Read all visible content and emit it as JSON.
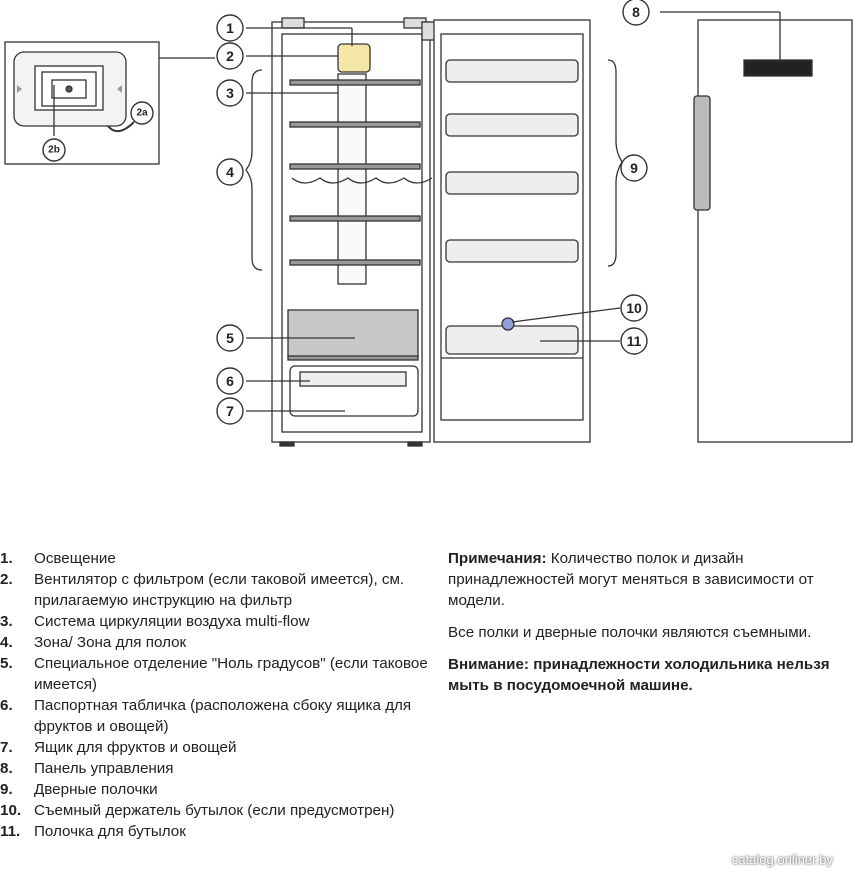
{
  "callouts": [
    "1",
    "2",
    "2a",
    "2b",
    "3",
    "4",
    "5",
    "6",
    "7",
    "8",
    "9",
    "10",
    "11"
  ],
  "legend": [
    {
      "num": "1.",
      "text": "Освещение"
    },
    {
      "num": "2.",
      "text": "Вентилятор с фильтром (если таковой имеется), см. прилагаемую инструкцию на фильтр"
    },
    {
      "num": "3.",
      "text": "Система циркуляции воздуха multi-flow"
    },
    {
      "num": "4.",
      "text": "Зона/ Зона для полок"
    },
    {
      "num": "5.",
      "text": "Специальное отделение \"Ноль градусов\" (если таковое имеется)"
    },
    {
      "num": "6.",
      "text": "Паспортная табличка (расположена сбоку ящика для фруктов и овощей)"
    },
    {
      "num": "7.",
      "text": "Ящик для фруктов и овощей"
    },
    {
      "num": "8.",
      "text": "Панель управления"
    },
    {
      "num": "9.",
      "text": "Дверные полочки"
    },
    {
      "num": "10.",
      "text": "Съемный держатель бутылок (если предусмотрен)"
    },
    {
      "num": "11.",
      "text": "Полочка для бутылок"
    }
  ],
  "notes": {
    "label": "Примечания:",
    "text1": " Количество полок и дизайн принадлежностей могут меняться в зависимости от модели.",
    "text2": "Все полки и дверные полочки являются съемными.",
    "warning": "Внимание: принадлежности холодильника нельзя мыть в посудомоечной машине."
  },
  "watermark": "catalog.onliner.by"
}
